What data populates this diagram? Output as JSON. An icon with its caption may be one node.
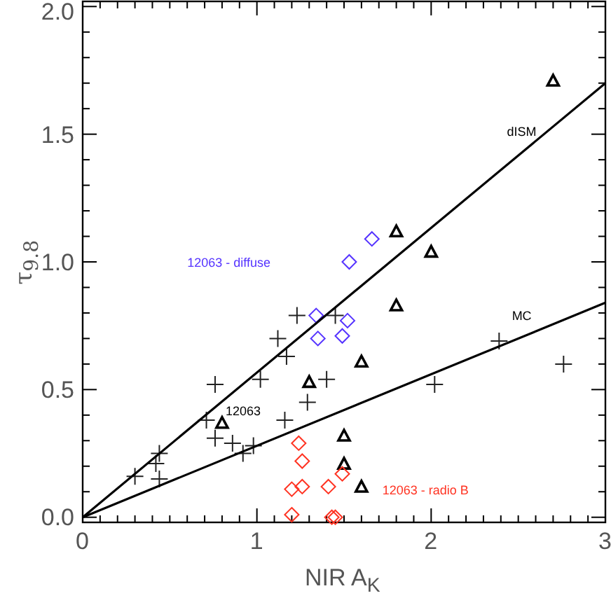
{
  "diagram": {
    "chart_data": {
      "type": "scatter",
      "xlabel": "NIR A$_{K}$",
      "ylabel": "τ$_{9.8}$",
      "xlim": [
        0,
        3
      ],
      "ylim": [
        -0.02,
        2.02
      ],
      "xticks": [
        {
          "value": 0,
          "label": "0"
        },
        {
          "value": 1,
          "label": "1"
        },
        {
          "value": 2,
          "label": "2"
        },
        {
          "value": 3,
          "label": "3"
        }
      ],
      "yticks": [
        {
          "value": 0,
          "label": "0.0"
        },
        {
          "value": 0.5,
          "label": "0.5"
        },
        {
          "value": 1,
          "label": "1.0"
        },
        {
          "value": 1.5,
          "label": "1.5"
        },
        {
          "value": 2,
          "label": "2.0"
        }
      ],
      "series": [
        {
          "marker": "cross",
          "color": "#222222",
          "x": [
            0.3,
            0.42,
            0.44,
            0.44,
            0.71,
            0.76,
            0.76,
            0.86,
            0.92,
            0.98,
            1.02,
            1.12,
            1.17,
            1.23,
            1.16,
            1.29,
            1.4,
            1.45,
            2.02,
            2.39,
            2.76
          ],
          "values": [
            0.16,
            0.21,
            0.25,
            0.15,
            0.38,
            0.52,
            0.31,
            0.29,
            0.25,
            0.28,
            0.54,
            0.7,
            0.63,
            0.79,
            0.38,
            0.45,
            0.54,
            0.79,
            0.52,
            0.69,
            0.6
          ]
        },
        {
          "marker": "triangle",
          "color": "#000000",
          "x": [
            2.7,
            1.8,
            2.0,
            1.8,
            1.6,
            1.3,
            0.8,
            1.5,
            1.5,
            1.6
          ],
          "values": [
            1.71,
            1.12,
            1.04,
            0.83,
            0.61,
            0.53,
            0.37,
            0.32,
            0.21,
            0.12
          ]
        },
        {
          "marker": "diamond",
          "color": "#5533ff",
          "x": [
            1.53,
            1.66,
            1.34,
            1.52,
            1.35,
            1.49
          ],
          "values": [
            1.0,
            1.09,
            0.79,
            0.77,
            0.7,
            0.71
          ]
        },
        {
          "marker": "diamond",
          "color": "#ff3322",
          "x": [
            1.24,
            1.26,
            1.2,
            1.26,
            1.41,
            1.49,
            1.2,
            1.43,
            1.45
          ],
          "values": [
            0.29,
            0.22,
            0.11,
            0.12,
            0.12,
            0.17,
            0.01,
            0.0,
            0.0
          ]
        },
        {
          "name": "dISM",
          "type": "line",
          "color": "#000000",
          "x": [
            0,
            3
          ],
          "values": [
            0,
            1.7
          ]
        },
        {
          "name": "MC",
          "type": "line",
          "color": "#000000",
          "x": [
            0,
            3
          ],
          "values": [
            0,
            0.84
          ]
        }
      ],
      "annotations": [
        "12063 - diffuse",
        "12063",
        "12063 - radio B"
      ]
    }
  }
}
